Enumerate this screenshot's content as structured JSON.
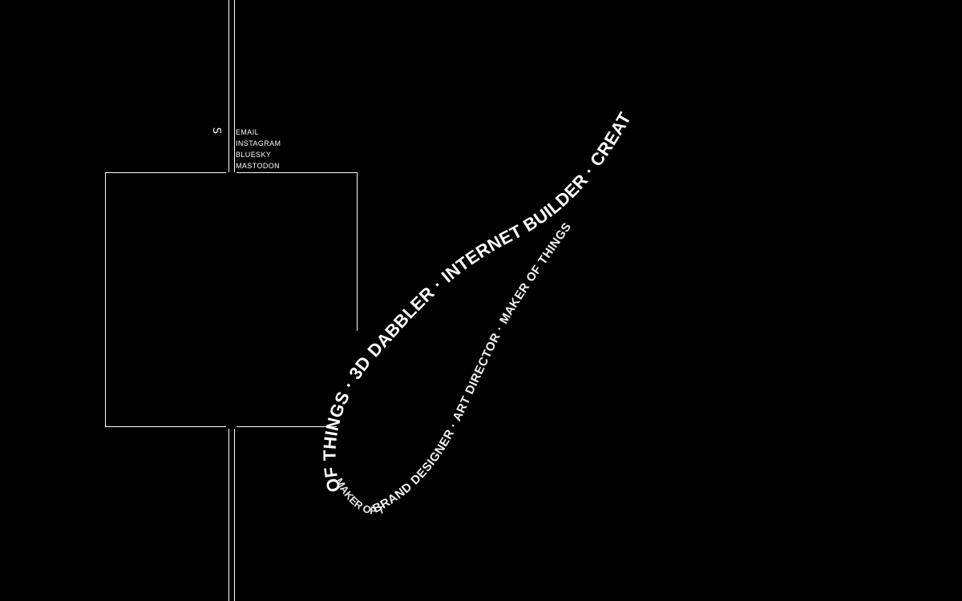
{
  "social": {
    "toggle_glyph": "S",
    "links": [
      {
        "label": "EMAIL"
      },
      {
        "label": "INSTAGRAM"
      },
      {
        "label": "BLUESKY"
      },
      {
        "label": "MASTODON"
      }
    ]
  },
  "ribbon": {
    "front_text": "OF THINGS · 3D DABBLER · INTERNET BUILDER · CREAT",
    "back_text": "BRAND DESIGNER · ART DIRECTOR · MAKER OF THINGS",
    "tail_text": "MAKER OF THINGS"
  },
  "colors": {
    "background": "#000000",
    "foreground": "#ffffff"
  }
}
